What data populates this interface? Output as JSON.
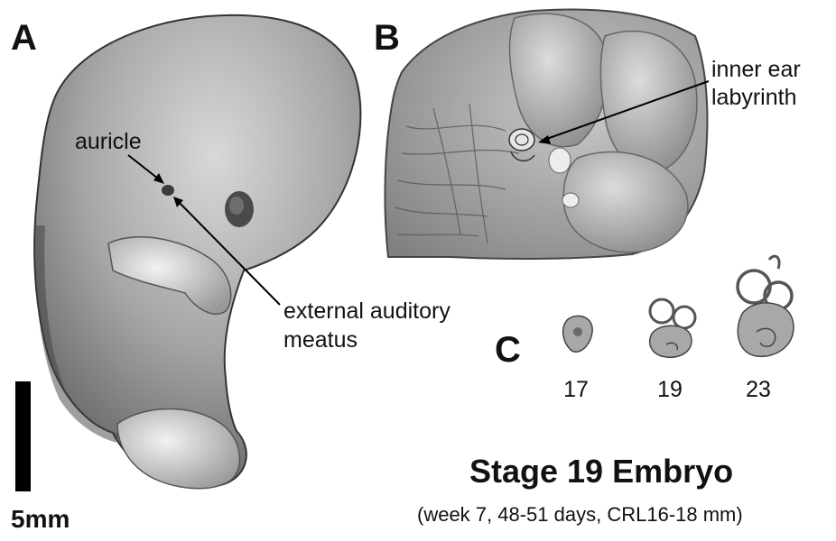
{
  "panels": {
    "a": "A",
    "b": "B",
    "c": "C"
  },
  "labels": {
    "auricle": "auricle",
    "meatus_line1": "external auditory",
    "meatus_line2": "meatus",
    "inner_ear_line1": "inner ear",
    "inner_ear_line2": "labyrinth"
  },
  "stages": [
    "17",
    "19",
    "23"
  ],
  "scale_bar": "5mm",
  "title": "Stage 19 Embryo",
  "subtitle": "(week 7, 48-51 days, CRL16-18 mm)",
  "colors": {
    "embryo": "#8f8f8f",
    "section": "#9c9c9c",
    "text": "#111111"
  }
}
